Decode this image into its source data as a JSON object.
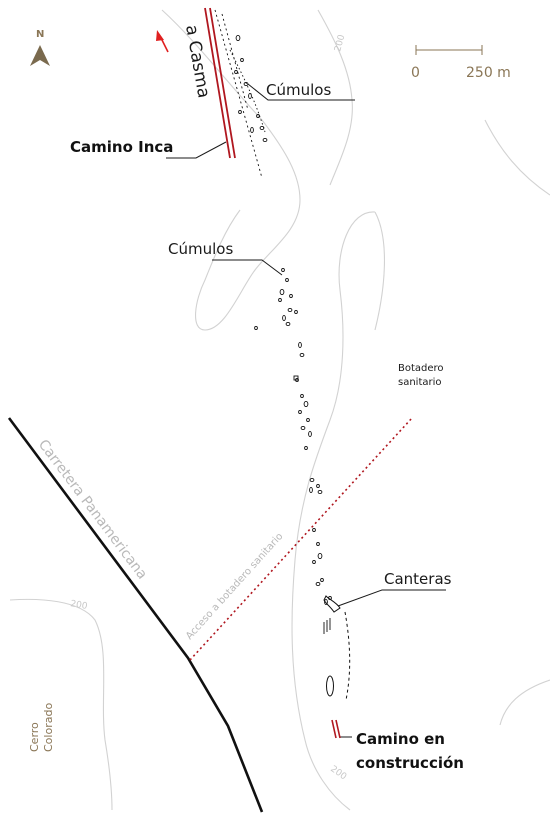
{
  "north": {
    "letter": "N"
  },
  "scale": {
    "zero": "0",
    "distance": "250 m"
  },
  "roads": {
    "to_casma": "a Casma",
    "panamericana": "Carretera Panamericana",
    "acceso": "Acceso a botadero sanitario"
  },
  "labels": {
    "cumulos_north": "Cúmulos",
    "cumulos_central": "Cúmulos",
    "camino_inca": "Camino Inca",
    "botadero_line1": "Botadero",
    "botadero_line2": "sanitario",
    "canteras": "Canteras",
    "camino_construccion_line1": "Camino en",
    "camino_construccion_line2": "construcción",
    "cerro_line1": "Cerro",
    "cerro_line2": "Colorado"
  },
  "contours": {
    "label_north": "200",
    "label_west": "200",
    "label_south": "200"
  },
  "colors": {
    "inca_road": "#b0171f",
    "access_road": "#b0171f",
    "direction_arrow": "#e02020",
    "highway": "#111111",
    "contour": "#d2d2d2",
    "north_arrow": "#7a6a4e",
    "cerro_text": "#8a7656"
  }
}
